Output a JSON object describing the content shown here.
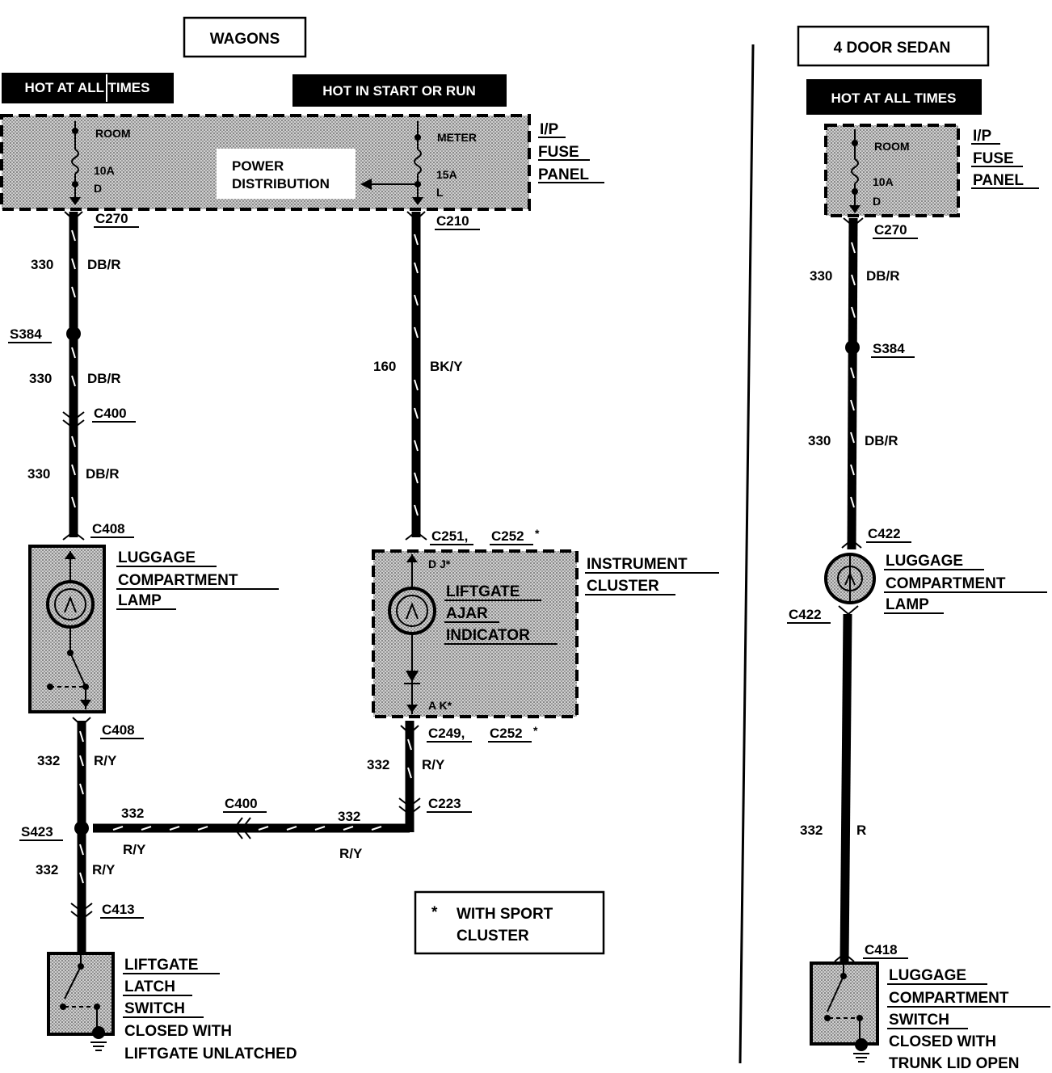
{
  "wagons": {
    "title": "WAGONS",
    "hot_at_all_times": "HOT AT ALL TIMES",
    "hot_in_start_or_run": "HOT IN START OR RUN",
    "fuse_panel": {
      "line1": "I/P",
      "line2": "FUSE",
      "line3": "PANEL"
    },
    "power_distribution": {
      "line1": "POWER",
      "line2": "DISTRIBUTION"
    },
    "fuse_room": {
      "name": "ROOM",
      "rating": "10A",
      "pin": "D"
    },
    "fuse_meter": {
      "name": "METER",
      "rating": "15A",
      "pin": "L"
    },
    "connectors": {
      "c270": "C270",
      "c210": "C210",
      "s384": "S384",
      "c400": "C400",
      "c408_top": "C408",
      "c408_bot": "C408",
      "c251": "C251,",
      "c252_top": "C252",
      "c249": "C249,",
      "c252_bot": "C252",
      "c223": "C223",
      "c400_h": "C400",
      "s423": "S423",
      "c413": "C413",
      "asterisk": "*"
    },
    "wires": {
      "w330_1": {
        "num": "330",
        "color": "DB/R"
      },
      "w330_2": {
        "num": "330",
        "color": "DB/R"
      },
      "w330_3": {
        "num": "330",
        "color": "DB/R"
      },
      "w160": {
        "num": "160",
        "color": "BK/Y"
      },
      "w332_a": {
        "num": "332",
        "color": "R/Y"
      },
      "w332_b": {
        "num": "332",
        "color": "R/Y"
      },
      "w332_c": {
        "num": "332",
        "color": "R/Y"
      },
      "w332_d": {
        "num": "332",
        "color": "R/Y"
      },
      "w332_e": {
        "num": "332",
        "color": "R/Y"
      }
    },
    "lamp": {
      "line1": "LUGGAGE",
      "line2": "COMPARTMENT",
      "line3": "LAMP"
    },
    "instrument_cluster": {
      "line1": "INSTRUMENT",
      "line2": "CLUSTER"
    },
    "indicator": {
      "line1": "LIFTGATE",
      "line2": "AJAR",
      "line3": "INDICATOR",
      "pin_top": "D J*",
      "pin_bot": "A K*"
    },
    "switch": {
      "line1": "LIFTGATE",
      "line2": "LATCH",
      "line3": "SWITCH",
      "line4": "CLOSED WITH",
      "line5": "LIFTGATE UNLATCHED"
    },
    "note": {
      "star": "*",
      "line1": "WITH SPORT",
      "line2": "CLUSTER"
    }
  },
  "sedan": {
    "title": "4 DOOR SEDAN",
    "hot_at_all_times": "HOT AT ALL TIMES",
    "fuse_panel": {
      "line1": "I/P",
      "line2": "FUSE",
      "line3": "PANEL"
    },
    "fuse_room": {
      "name": "ROOM",
      "rating": "10A",
      "pin": "D"
    },
    "connectors": {
      "c270": "C270",
      "s384": "S384",
      "c422_top": "C422",
      "c422_bot": "C422",
      "c418": "C418"
    },
    "wires": {
      "w330_1": {
        "num": "330",
        "color": "DB/R"
      },
      "w330_2": {
        "num": "330",
        "color": "DB/R"
      },
      "w332": {
        "num": "332",
        "color": "R"
      }
    },
    "lamp": {
      "line1": "LUGGAGE",
      "line2": "COMPARTMENT",
      "line3": "LAMP"
    },
    "switch": {
      "line1": "LUGGAGE",
      "line2": "COMPARTMENT",
      "line3": "SWITCH",
      "line4": "CLOSED WITH",
      "line5": "TRUNK LID OPEN"
    }
  }
}
